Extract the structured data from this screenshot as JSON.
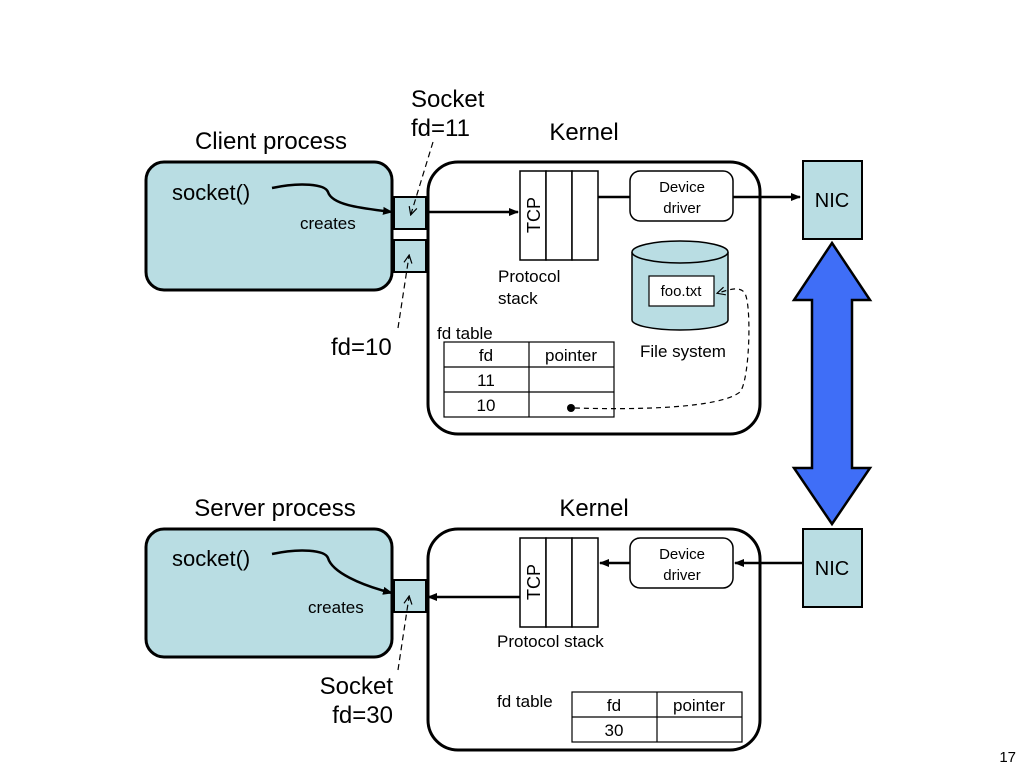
{
  "client": {
    "process_label": "Client process",
    "call_label": "socket()",
    "creates_label": "creates",
    "socket_label": "Socket",
    "socket_fd_label": "fd=11",
    "file_fd_label": "fd=10"
  },
  "client_kernel": {
    "label": "Kernel",
    "tcp_label": "TCP",
    "protocol_stack_label_line1": "Protocol",
    "protocol_stack_label_line2": "stack",
    "device_driver_line1": "Device",
    "device_driver_line2": "driver",
    "file_system_label": "File system",
    "file_name": "foo.txt",
    "fd_table": {
      "caption": "fd table",
      "headers": [
        "fd",
        "pointer"
      ],
      "rows": [
        [
          "11",
          ""
        ],
        [
          "10",
          ""
        ]
      ]
    }
  },
  "client_nic_label": "NIC",
  "server": {
    "process_label": "Server process",
    "call_label": "socket()",
    "creates_label": "creates",
    "socket_label": "Socket",
    "socket_fd_label": "fd=30"
  },
  "server_kernel": {
    "label": "Kernel",
    "tcp_label": "TCP",
    "protocol_stack_label": "Protocol stack",
    "device_driver_line1": "Device",
    "device_driver_line2": "driver",
    "fd_table": {
      "caption": "fd table",
      "headers": [
        "fd",
        "pointer"
      ],
      "rows": [
        [
          "30",
          ""
        ]
      ]
    }
  },
  "server_nic_label": "NIC",
  "colors": {
    "process_fill": "#b9dde3",
    "network_arrow_fill": "#3f6ef7",
    "line": "#000000"
  },
  "page_number": "17"
}
